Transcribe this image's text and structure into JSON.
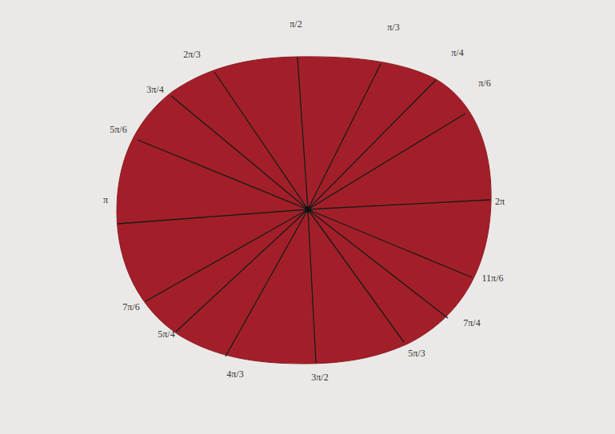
{
  "diagram": {
    "labels": [
      "π/2",
      "π/3",
      "π/4",
      "π/6",
      "2π",
      "11π/6",
      "7π/4",
      "5π/3",
      "3π/2",
      "4π/3",
      "5π/4",
      "7π/6",
      "π",
      "5π/6",
      "3π/4",
      "2π/3"
    ]
  }
}
